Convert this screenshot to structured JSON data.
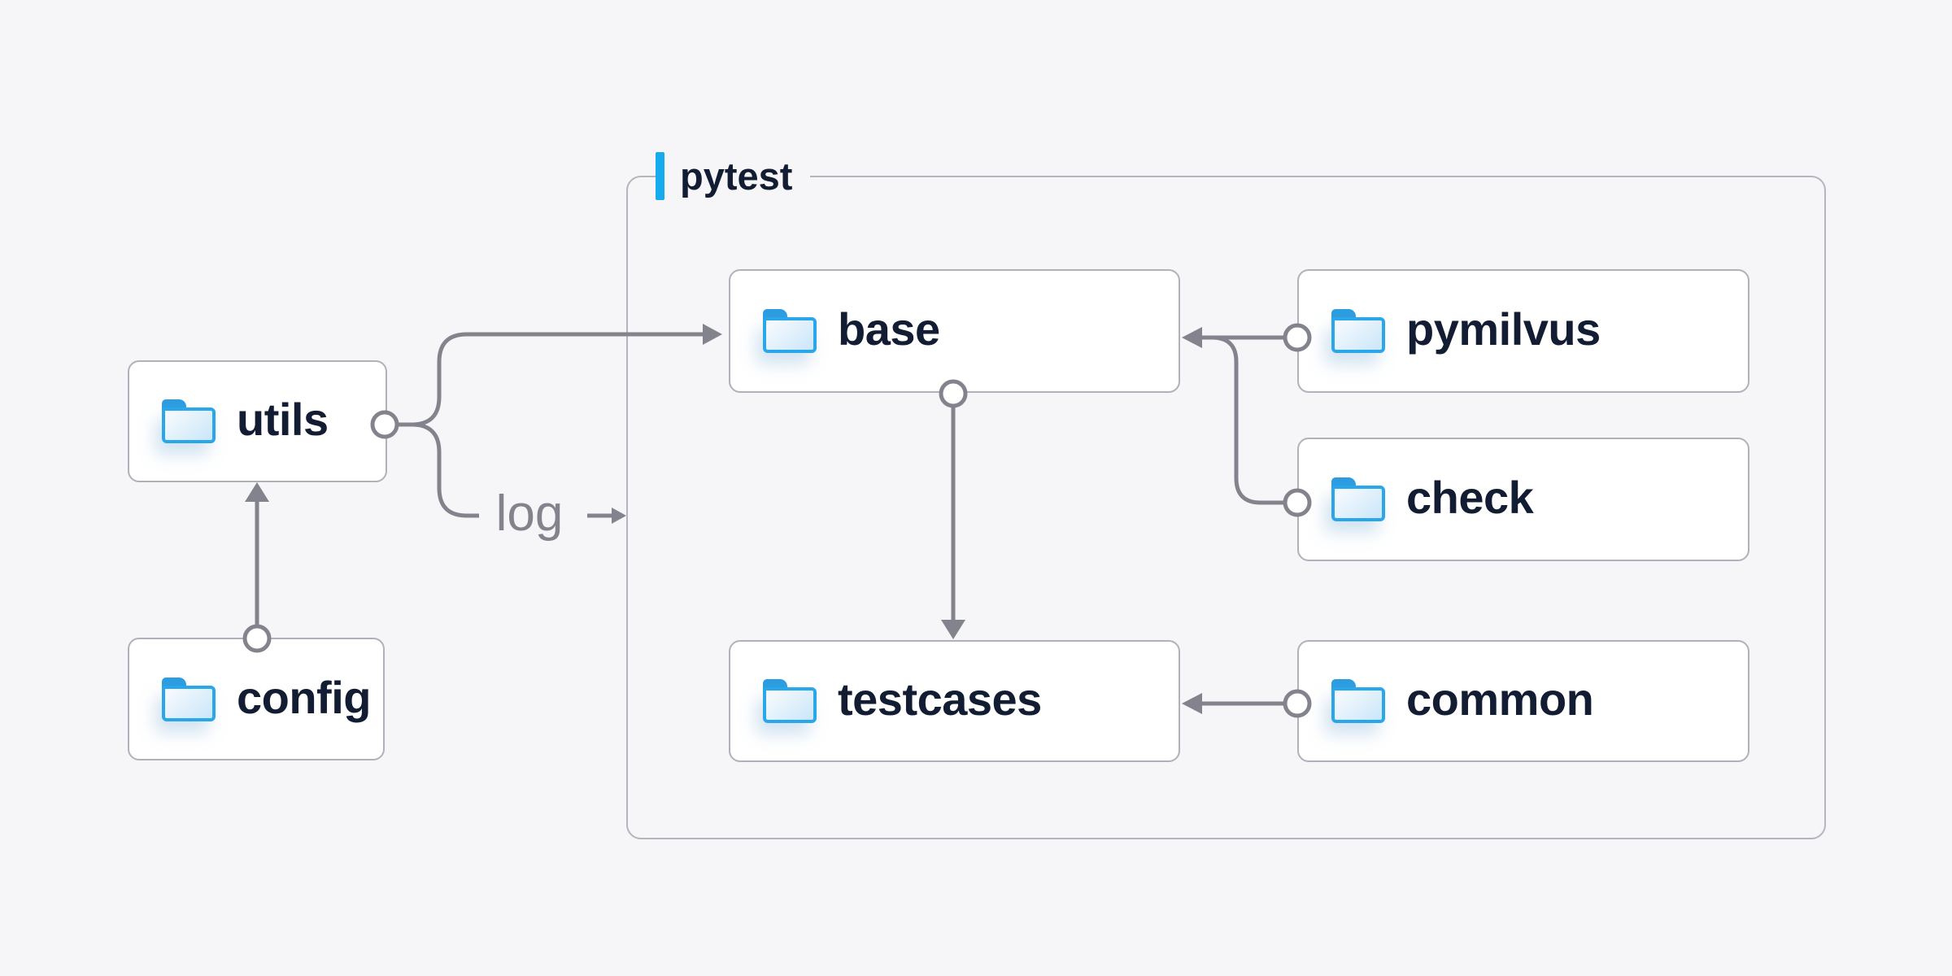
{
  "diagram": {
    "container_label": "pytest",
    "nodes": [
      {
        "id": "utils",
        "label": "utils",
        "icon": "folder-icon"
      },
      {
        "id": "config",
        "label": "config",
        "icon": "folder-icon"
      },
      {
        "id": "base",
        "label": "base",
        "icon": "folder-icon"
      },
      {
        "id": "pymilvus",
        "label": "pymilvus",
        "icon": "folder-icon"
      },
      {
        "id": "check",
        "label": "check",
        "icon": "folder-icon"
      },
      {
        "id": "testcases",
        "label": "testcases",
        "icon": "folder-icon"
      },
      {
        "id": "common",
        "label": "common",
        "icon": "folder-icon"
      }
    ],
    "edges": [
      {
        "from": "config",
        "to": "utils",
        "label": ""
      },
      {
        "from": "utils",
        "to": "base",
        "label": ""
      },
      {
        "from": "utils",
        "to": "pytest",
        "label": "log"
      },
      {
        "from": "pymilvus",
        "to": "base",
        "label": ""
      },
      {
        "from": "check",
        "to": "base",
        "label": ""
      },
      {
        "from": "base",
        "to": "testcases",
        "label": ""
      },
      {
        "from": "common",
        "to": "testcases",
        "label": ""
      }
    ],
    "colors": {
      "background": "#f6f6f8",
      "node_fill": "#ffffff",
      "node_border": "#b1b1bb",
      "container_border": "#b5b5bf",
      "connector": "#83838d",
      "label_text": "#121c33",
      "accent_bar": "#15abec",
      "folder_blue": "#2aa7eb"
    }
  }
}
